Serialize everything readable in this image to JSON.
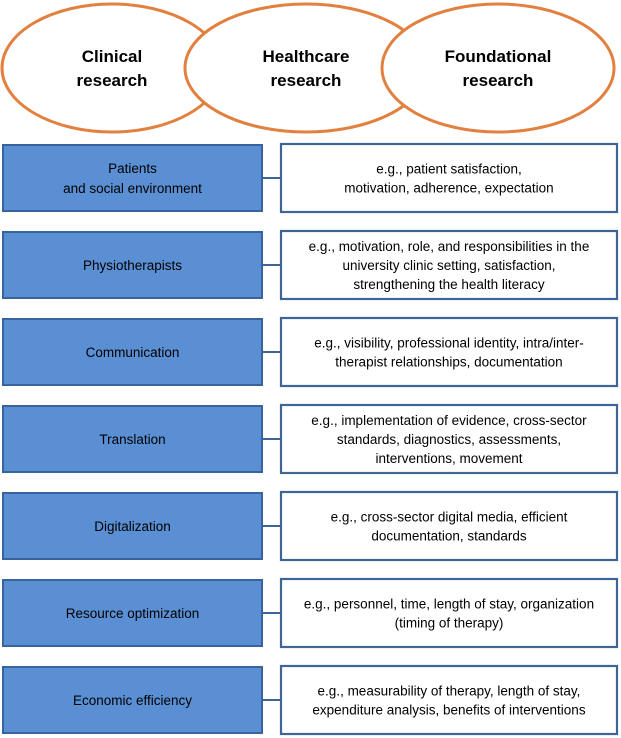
{
  "colors": {
    "ellipse_stroke": "#e2803f",
    "left_box_fill": "#5b8fd3",
    "left_box_stroke": "#37649c",
    "right_box_stroke": "#3e6597"
  },
  "research_areas": [
    {
      "lines": [
        "Clinical",
        "research"
      ]
    },
    {
      "lines": [
        "Healthcare",
        "research"
      ]
    },
    {
      "lines": [
        "Foundational",
        "research"
      ]
    }
  ],
  "rows": [
    {
      "category": [
        "Patients",
        "and social environment"
      ],
      "examples": [
        "e.g., patient satisfaction,",
        "motivation, adherence, expectation"
      ]
    },
    {
      "category": [
        "Physiotherapists"
      ],
      "examples": [
        "e.g., motivation, role, and responsibilities in the",
        "university clinic setting, satisfaction,",
        "strengthening the health literacy"
      ]
    },
    {
      "category": [
        "Communication"
      ],
      "examples": [
        "e.g., visibility, professional identity, intra/inter-",
        "therapist relationships, documentation"
      ]
    },
    {
      "category": [
        "Translation"
      ],
      "examples": [
        "e.g., implementation of evidence, cross-sector",
        "standards, diagnostics, assessments,",
        "interventions, movement"
      ]
    },
    {
      "category": [
        "Digitalization"
      ],
      "examples": [
        "e.g., cross-sector digital media, efficient",
        "documentation, standards"
      ]
    },
    {
      "category": [
        "Resource optimization"
      ],
      "examples": [
        "e.g., personnel, time, length of stay, organization",
        "(timing of therapy)"
      ]
    },
    {
      "category": [
        "Economic efficiency"
      ],
      "examples": [
        "e.g., measurability of therapy, length of stay,",
        "expenditure analysis, benefits of interventions"
      ]
    }
  ]
}
